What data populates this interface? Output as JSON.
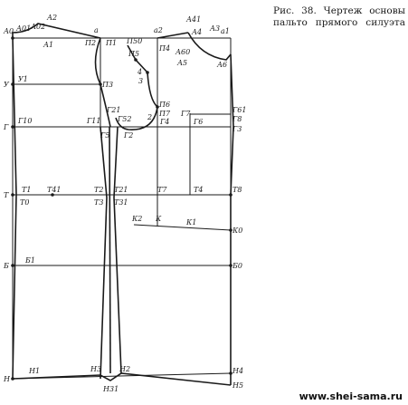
{
  "caption": {
    "line1": "Рис. 38. Чертеж основы",
    "line2": "пальто прямого силуэта"
  },
  "footer": {
    "url": "www.shei-sama.ru"
  },
  "labels": {
    "A0": "А0",
    "A01": "А01",
    "A02": "А02",
    "A2": "А2",
    "A1": "А1",
    "a": "а",
    "P2": "П2",
    "P1": "П1",
    "P50": "П50",
    "P5": "П5",
    "a2": "а2",
    "P4": "П4",
    "A41": "А41",
    "A4": "А4",
    "A3": "А3",
    "a1": "а1",
    "A60": "А60",
    "A5": "А5",
    "A6": "А6",
    "Y": "У",
    "Y1": "У1",
    "P3": "П3",
    "n4": "4",
    "n3": "3",
    "n2": "2",
    "P6": "П6",
    "P7": "П7",
    "G": "Г",
    "G10": "Г10",
    "G11": "Г11",
    "G21": "Г21",
    "G52": "Г52",
    "G5": "Г5",
    "G2": "Г2",
    "G4": "Г4",
    "G7": "Г7",
    "G6": "Г6",
    "G61": "Г61",
    "G8": "Г8",
    "G3": "Г3",
    "T": "Т",
    "T1": "Т1",
    "T41": "Т41",
    "T2": "Т2",
    "T21": "Т21",
    "T7": "Т7",
    "T4": "Т4",
    "T8": "Т8",
    "T0": "Т0",
    "T3": "Т3",
    "T31": "Т31",
    "K2": "К2",
    "K": "К",
    "K1": "К1",
    "K0": "К0",
    "B": "Б",
    "B1": "Б1",
    "B0": "Б0",
    "H": "Н",
    "H1": "Н1",
    "H3": "Н3",
    "H2": "Н2",
    "H31": "Н31",
    "H4": "Н4",
    "H5": "Н5"
  }
}
